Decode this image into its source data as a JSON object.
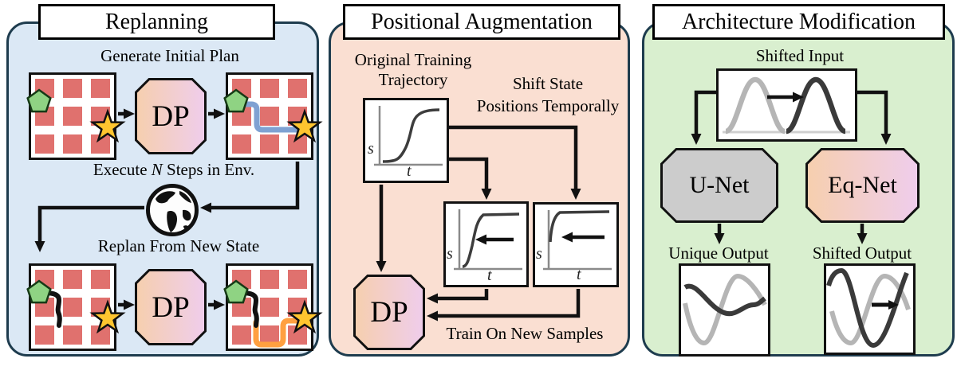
{
  "colors": {
    "panel_replanning_bg": "#dbe8f5",
    "panel_positional_bg": "#fadfd2",
    "panel_architecture_bg": "#d9efcf",
    "panel_border": "#1e3c4e",
    "obstacle_red": "#e0716e",
    "agent_green": "#8fd383",
    "goal_gold": "#ffc52f",
    "initial_plan_blue": "#7fa1d2",
    "executed_path_black": "#111111",
    "replan_path_orange": "#ffa040",
    "dp_gradient_left": "#f6cfae",
    "dp_gradient_right": "#efcdec",
    "unet_gray": "#cccccc"
  },
  "replanning": {
    "title": "Replanning",
    "generate_label": "Generate Initial Plan",
    "execute": {
      "pre": "Execute ",
      "n": "N",
      "post": " Steps in Env."
    },
    "replan_label": "Replan From New State",
    "dp_top": "DP",
    "dp_bottom": "DP"
  },
  "positional": {
    "title": "Positional Augmentation",
    "original_label_line1": "Original Training",
    "original_label_line2": "Trajectory",
    "shift_label_line1": "Shift State",
    "shift_label_line2": "Positions Temporally",
    "train_label": "Train On New Samples",
    "dp": "DP",
    "axis_y": "s",
    "axis_x": "t"
  },
  "architecture": {
    "title": "Architecture Modification",
    "shifted_input_label": "Shifted Input",
    "unet": "U-Net",
    "eqnet": "Eq-Net",
    "unique_output_label": "Unique Output",
    "shifted_output_label": "Shifted Output"
  }
}
